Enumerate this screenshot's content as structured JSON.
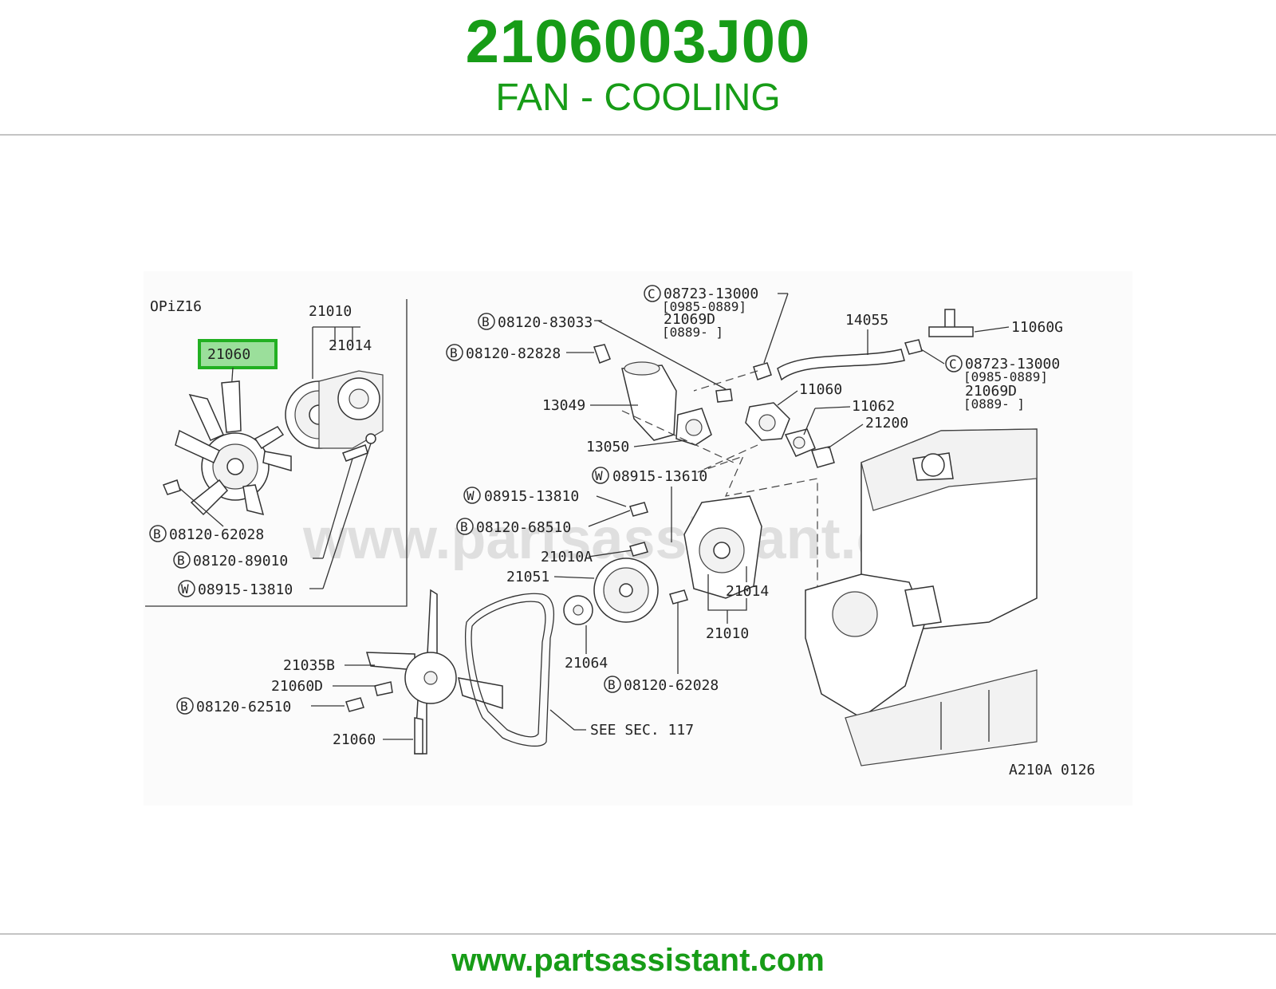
{
  "header": {
    "part_number": "2106003J00",
    "part_name": "FAN - COOLING"
  },
  "footer": {
    "url": "www.partsassistant.com"
  },
  "diagram": {
    "watermark": "www.partsassistant.com",
    "inset_title": "OPiZ16",
    "highlight_label": "21060",
    "highlight_color": "#5ac85a",
    "drawing_code": "A210A 0126",
    "labels": {
      "l_21010_inset": "21010",
      "l_21014_inset": "21014",
      "l_62028_inset": "08120-62028",
      "l_89010": "08120-89010",
      "l_13810_inset": "08915-13810",
      "l_83033": "08120-83033",
      "l_82828": "08120-82828",
      "l_13049": "13049",
      "l_13050": "13050",
      "l_13000_a": "08723-13000",
      "l_range_a1": "[0985-0889]",
      "l_21069d_a": "21069D",
      "l_range_a2": "[0889-    ]",
      "l_14055": "14055",
      "l_11060g": "11060G",
      "l_13000_b": "08723-13000",
      "l_range_b1": "[0985-0889]",
      "l_21069d_b": "21069D",
      "l_range_b2": "[0889-    ]",
      "l_11060": "11060",
      "l_11062": "11062",
      "l_21200": "21200",
      "l_13610": "08915-13610",
      "l_13810": "08915-13810",
      "l_68510": "08120-68510",
      "l_21010a": "21010A",
      "l_21051": "21051",
      "l_21014": "21014",
      "l_21010": "21010",
      "l_21064": "21064",
      "l_62028": "08120-62028",
      "l_21035b": "21035B",
      "l_21060d": "21060D",
      "l_62510": "08120-62510",
      "l_21060": "21060",
      "l_see": "SEE SEC. 117"
    },
    "prefix_letters": {
      "b": "B",
      "c": "C",
      "w": "W"
    }
  }
}
